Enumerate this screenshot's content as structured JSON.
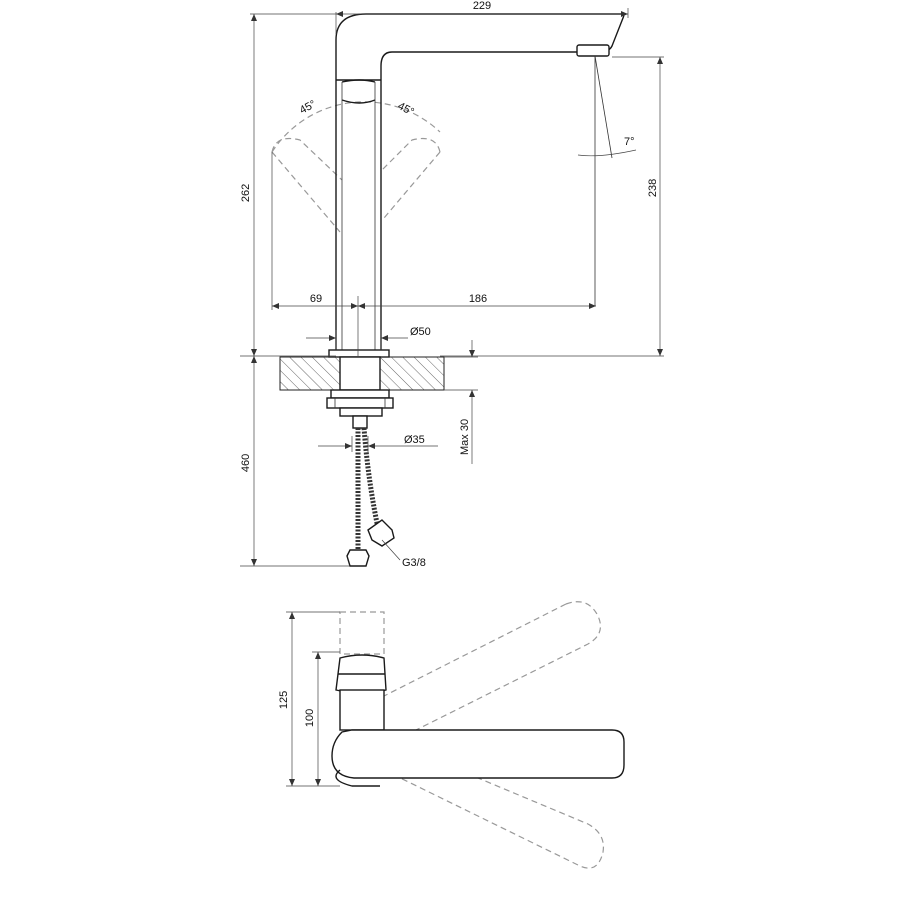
{
  "labels": {
    "width_229": "229",
    "height_262": "262",
    "height_238": "238",
    "angle_left": "45°",
    "angle_right": "45°",
    "angle_spout": "7°",
    "dim_69": "69",
    "dim_186": "186",
    "dia_50": "Ø50",
    "dia_35": "Ø35",
    "max_30": "Max 30",
    "height_460": "460",
    "thread": "G3/8",
    "height_125": "125",
    "height_100": "100"
  },
  "colors": {
    "line": "#1a1a1a",
    "dashed": "#999999",
    "hatch": "#555555"
  }
}
